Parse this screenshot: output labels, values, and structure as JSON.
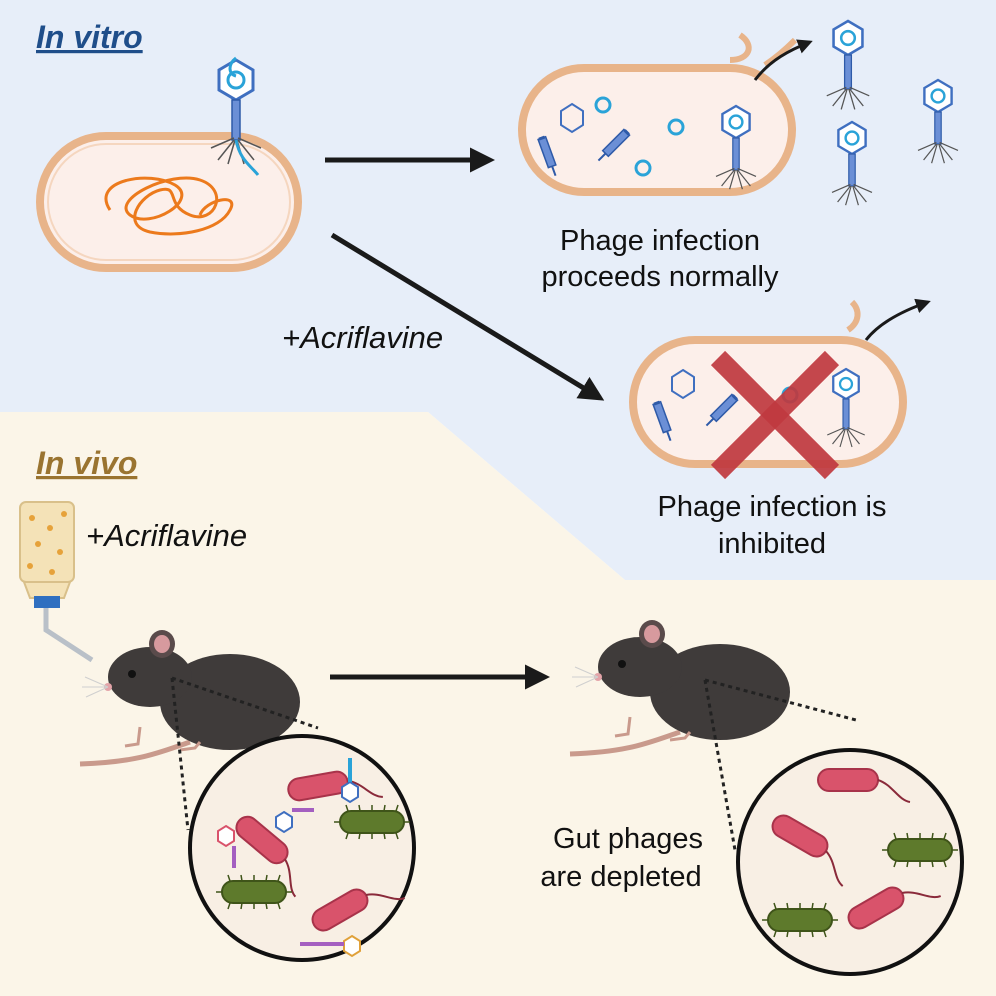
{
  "in_vitro": {
    "heading": "In vitro",
    "heading_color": "#1f4e8a",
    "panel_color": "#e7eef9",
    "outcome_normal": [
      "Phage infection",
      "proceeds normally"
    ],
    "treatment": "+Acriflavine",
    "outcome_inhibited": [
      "Phage infection is",
      "inhibited"
    ]
  },
  "in_vivo": {
    "heading": "In vivo",
    "heading_color": "#9a7430",
    "panel_color": "#fbf5e8",
    "treatment": "+Acriflavine",
    "outcome": [
      "Gut phages",
      "are depleted"
    ]
  },
  "colors": {
    "cell_membrane": "#e8b48a",
    "cell_fill": "#fcefea",
    "dna": "#ec7a1c",
    "phage": "#3f6fc0",
    "inhibition_cross": "#c0393f",
    "mouse": "#3f3b3a",
    "rod_bacteria": "#d9536b",
    "green_bacteria": "#5e7a2c"
  }
}
